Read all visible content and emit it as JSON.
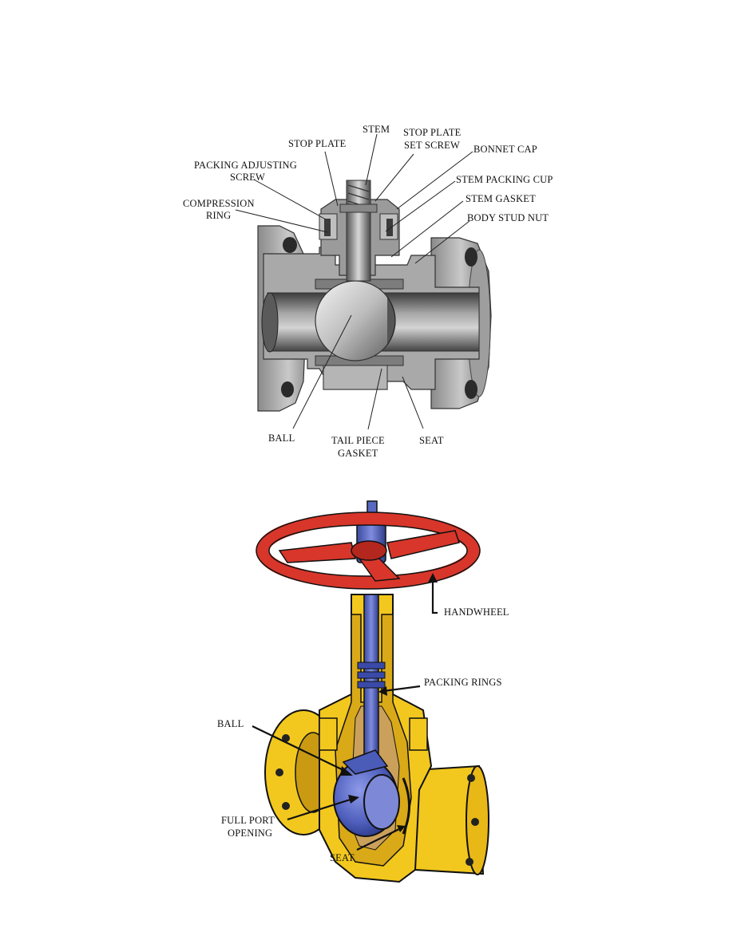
{
  "figure1": {
    "labels": {
      "stem": "STEM",
      "stop_plate": "STOP PLATE",
      "stop_plate_set_screw_1": "STOP PLATE",
      "stop_plate_set_screw_2": "SET SCREW",
      "bonnet_cap": "BONNET CAP",
      "packing_adjusting_screw_1": "PACKING ADJUSTING",
      "packing_adjusting_screw_2": "SCREW",
      "stem_packing_cup": "STEM PACKING CUP",
      "compression_ring_1": "COMPRESSION",
      "compression_ring_2": "RING",
      "stem_gasket": "STEM GASKET",
      "body_stud_nut": "BODY STUD NUT",
      "ball": "BALL",
      "tail_piece_gasket_1": "TAIL PIECE",
      "tail_piece_gasket_2": "GASKET",
      "seat": "SEAT"
    }
  },
  "figure2": {
    "labels": {
      "handwheel": "HANDWHEEL",
      "packing_rings": "PACKING RINGS",
      "ball": "BALL",
      "full_port_opening_1": "FULL PORT",
      "full_port_opening_2": "OPENING",
      "seat": "SEAT"
    },
    "colors": {
      "handwheel": "#d8362a",
      "body": "#f2c81e",
      "body_shadow": "#c99a12",
      "internals": "#5a69c0",
      "internals_dark": "#2c3a8a"
    }
  }
}
